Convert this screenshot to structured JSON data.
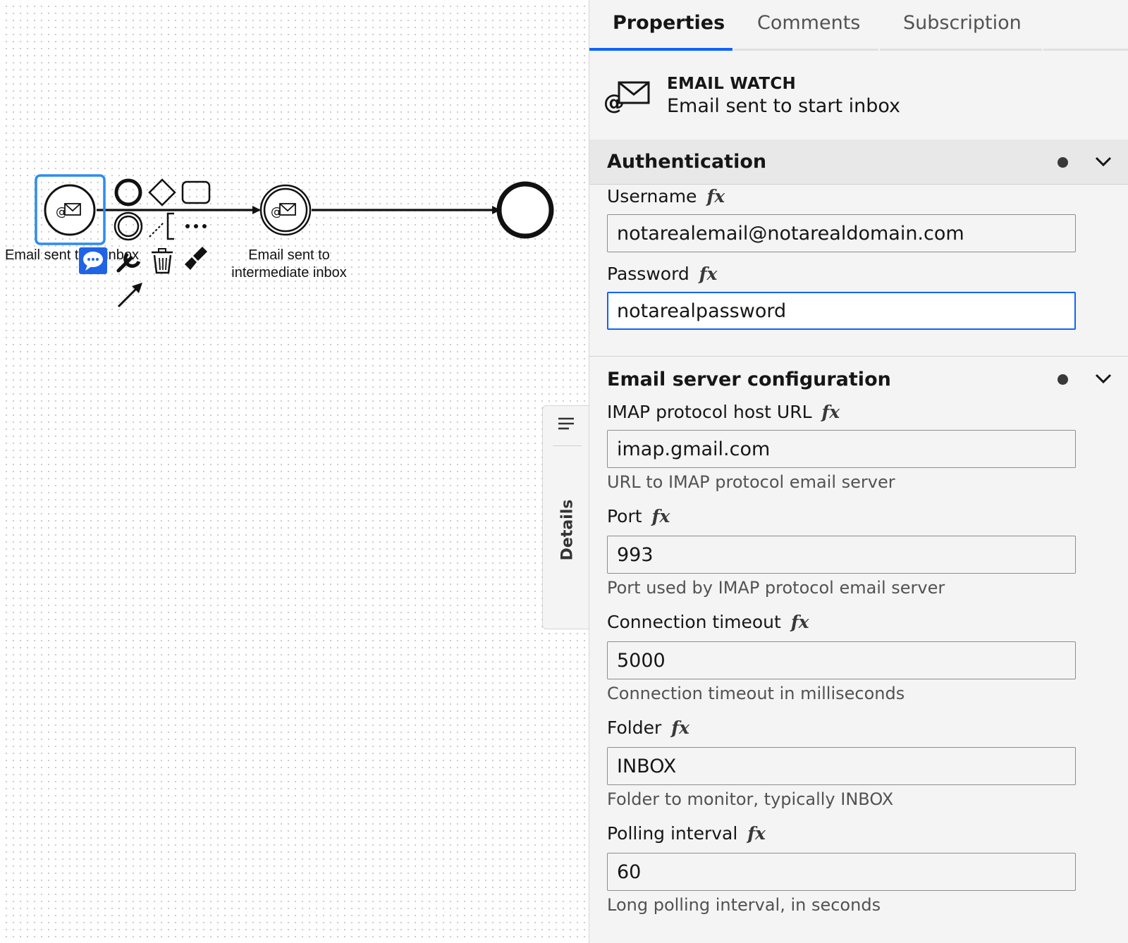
{
  "diagram": {
    "start_event_label": "Email sent to start inbox",
    "intermediate_event_label": "Email sent to intermediate inbox",
    "start_event_label_visible": "Email sent to st inbox",
    "icons": [
      "email-watch-icon",
      "comment-icon",
      "wrench-icon",
      "trash-icon",
      "paint-brush-icon",
      "connect-arrow-icon",
      "end-event-icon",
      "gateway-icon",
      "task-icon",
      "intermediate-event-icon",
      "text-annotation-icon",
      "more-icon"
    ]
  },
  "details_tab": {
    "label": "Details"
  },
  "panel": {
    "tabs": [
      {
        "label": "Properties",
        "active": true
      },
      {
        "label": "Comments",
        "active": false
      },
      {
        "label": "Subscription",
        "active": false
      }
    ],
    "element": {
      "type": "EMAIL WATCH",
      "name": "Email sent to start inbox"
    },
    "groups": {
      "authentication": {
        "title": "Authentication",
        "fields": {
          "username": {
            "label": "Username",
            "value": "notarealemail@notarealdomain.com"
          },
          "password": {
            "label": "Password",
            "value": "notarealpassword"
          }
        }
      },
      "email_server": {
        "title": "Email server configuration",
        "fields": {
          "imap_host": {
            "label": "IMAP protocol host URL",
            "value": "imap.gmail.com",
            "hint": "URL to IMAP protocol email server"
          },
          "port": {
            "label": "Port",
            "value": "993",
            "hint": "Port used by IMAP protocol email server"
          },
          "timeout": {
            "label": "Connection timeout",
            "value": "5000",
            "hint": "Connection timeout in milliseconds"
          },
          "folder": {
            "label": "Folder",
            "value": "INBOX",
            "hint": "Folder to monitor, typically INBOX"
          },
          "polling": {
            "label": "Polling interval",
            "value": "60",
            "hint": "Long polling interval, in seconds"
          }
        }
      }
    },
    "fx_label": "fx"
  },
  "colors": {
    "accent": "#0f62fe",
    "selection": "#2d8cf0",
    "comment_badge": "#1f64e5"
  }
}
